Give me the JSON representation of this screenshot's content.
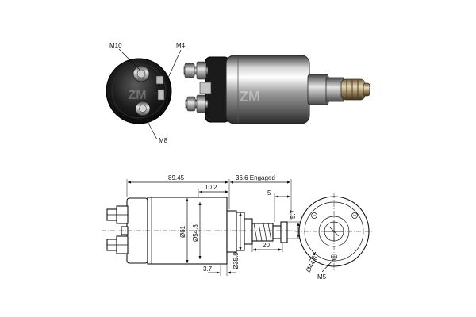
{
  "photo_callouts": {
    "m10": "M10",
    "m4": "M4",
    "m8": "M8"
  },
  "dimensions": {
    "overall_length": "89.45",
    "engaged_stroke": "36.6 Engaged",
    "length_10_2": "10.2",
    "dim_5": "5",
    "dim_5_7": "5.7",
    "dim_20": "20",
    "dim_3_7": "3.7",
    "dia_61": "Ø61",
    "dia_54_3": "Ø54.3",
    "dia_35_9": "Ø35.9",
    "dia_44_6": "Ø44.6",
    "m5": "M5"
  },
  "colors": {
    "line": "#111111",
    "background": "#ffffff"
  }
}
